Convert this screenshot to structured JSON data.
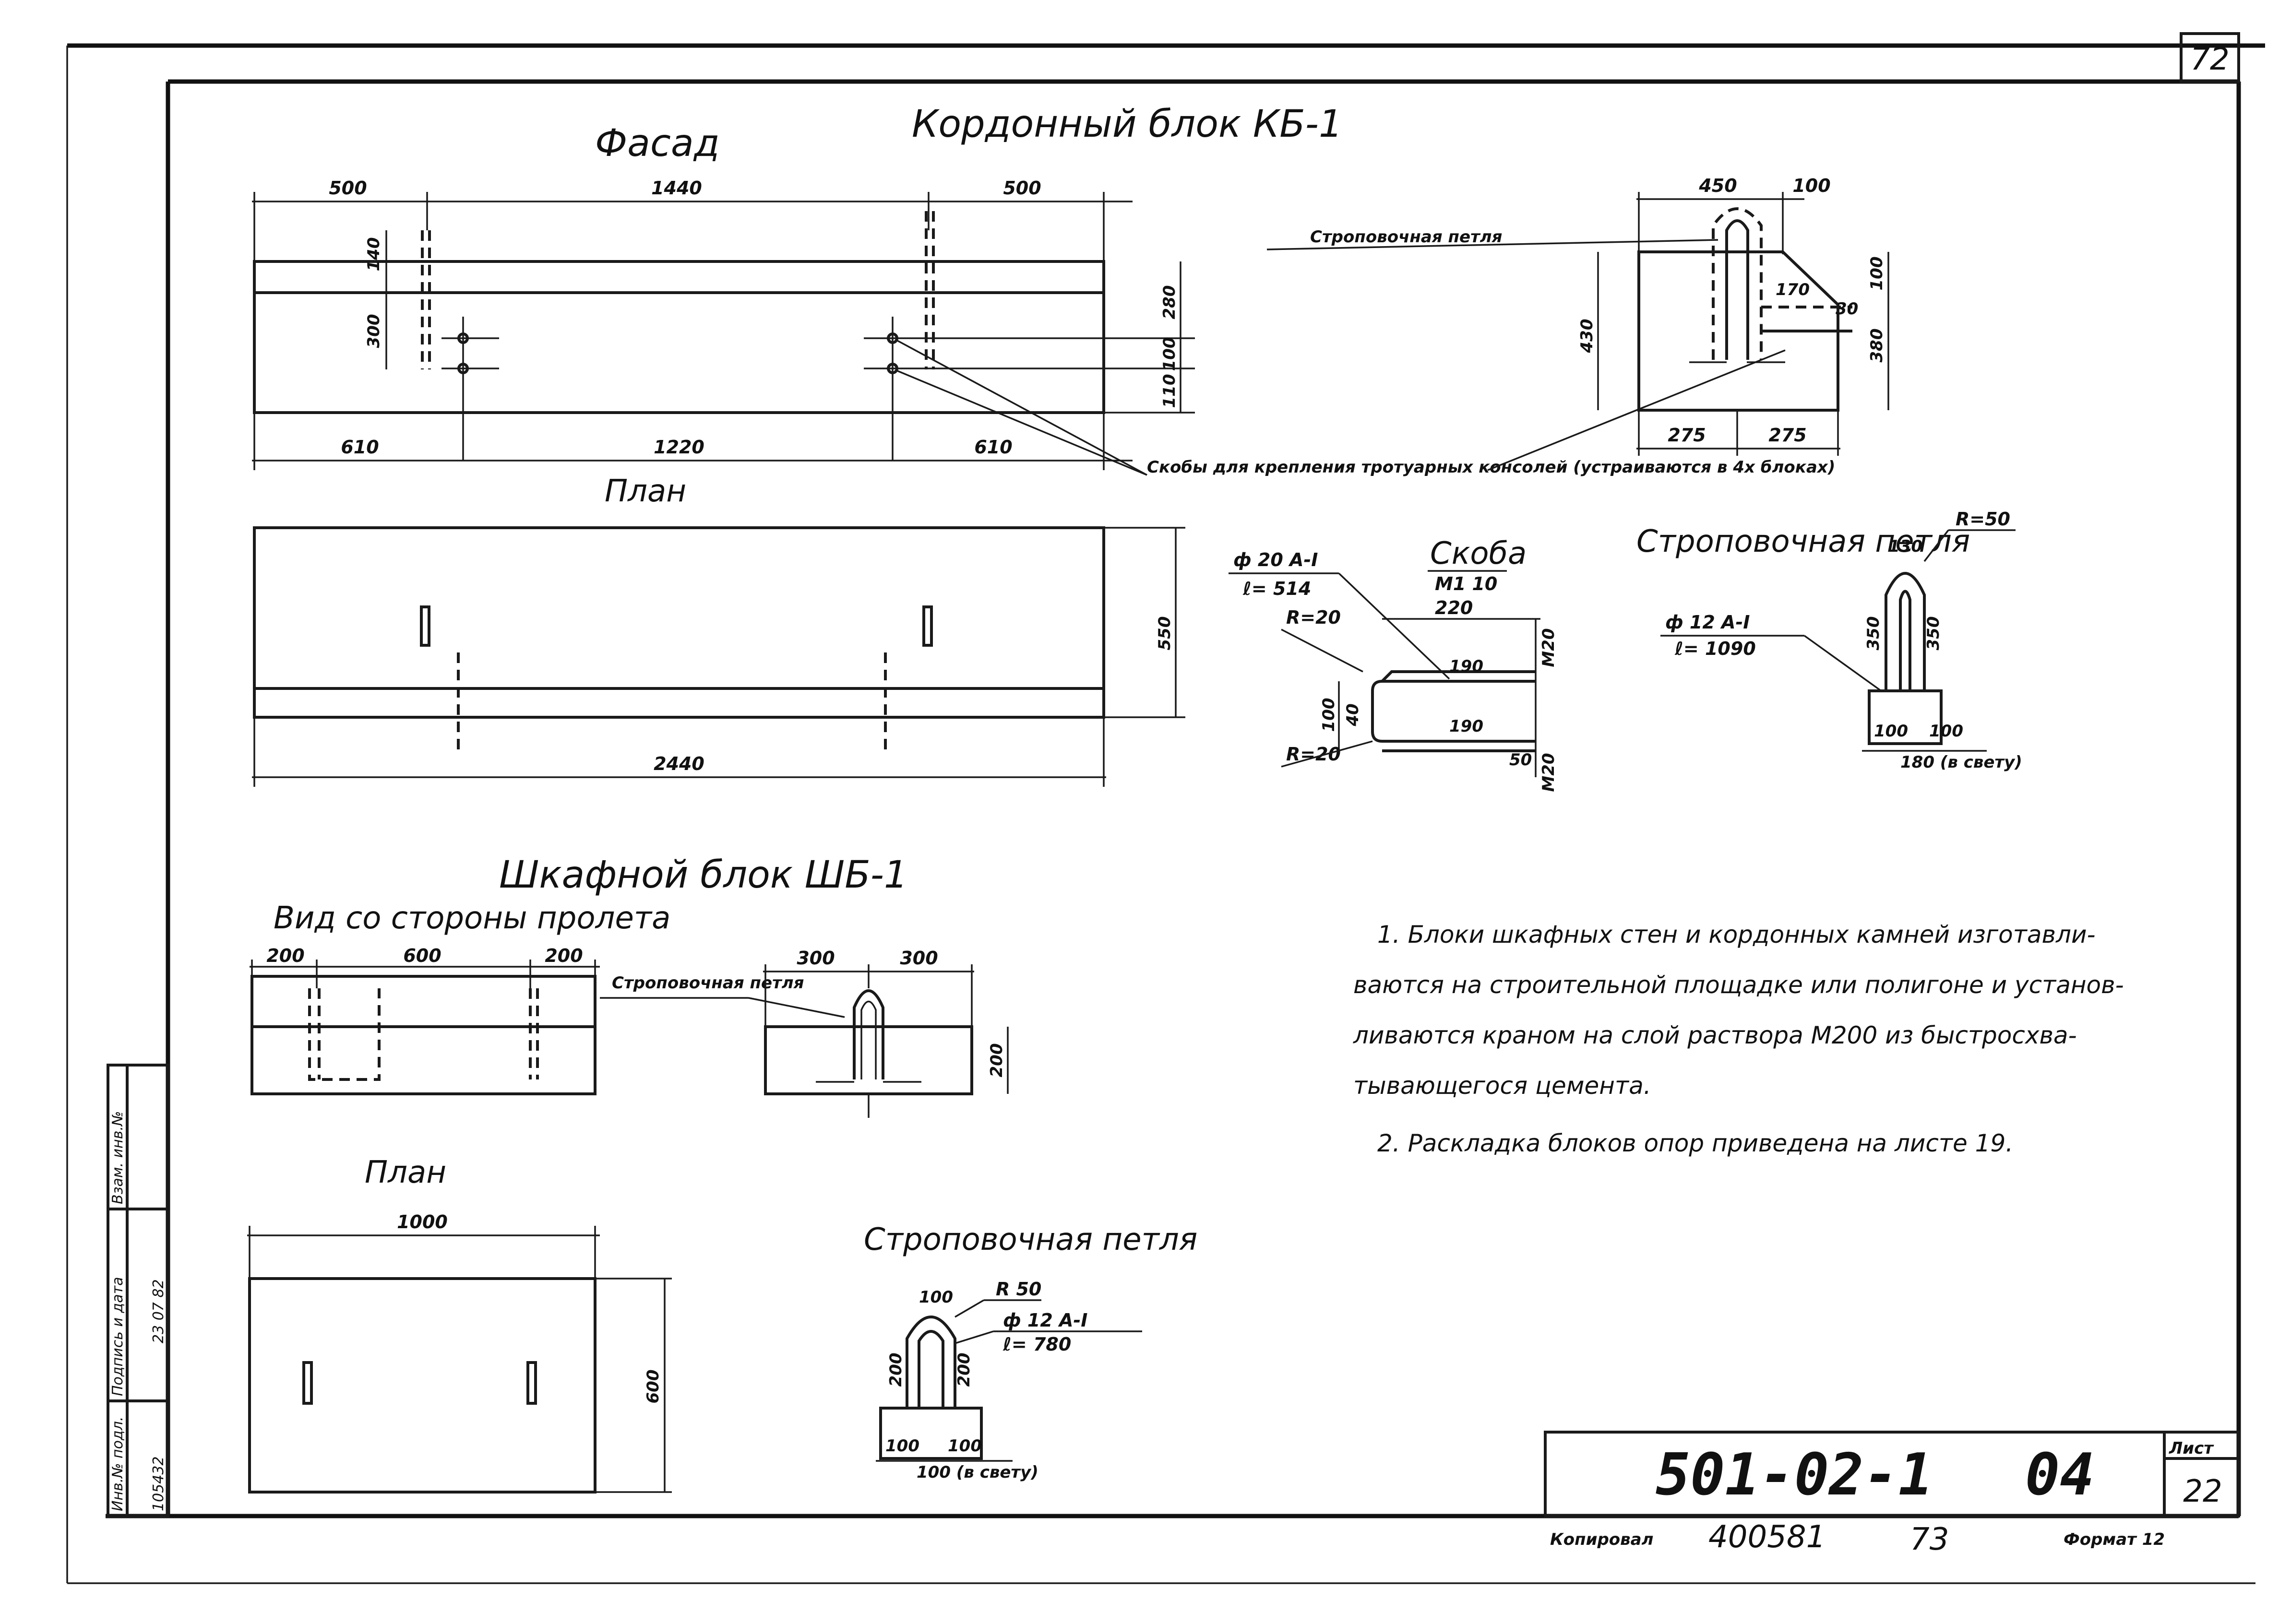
{
  "sheet": {
    "page_corner_number": "72",
    "code": "501-02-1",
    "issue": "04",
    "sheet_label": "Лист",
    "sheet_number": "22",
    "copied_label": "Копировал",
    "copy_number": "400581",
    "copy_extra": "73",
    "format_label": "Формат 12"
  },
  "stamp": {
    "col1": "Инв.№ подл.",
    "col1_value": "105432",
    "col2": "Подпись и дата",
    "col2_value": "23 07 82",
    "col3": "Взам. инв.№"
  },
  "kb1": {
    "title": "Кордонный блок КБ-1",
    "facade": {
      "heading": "Фасад",
      "top_dims": [
        "500",
        "1440",
        "500"
      ],
      "bottom_dims": [
        "610",
        "1220",
        "610"
      ],
      "left_dims": [
        "140",
        "300"
      ],
      "right_dims": [
        "280",
        "100",
        "110"
      ]
    },
    "plan": {
      "heading": "План",
      "width_dim": "2440",
      "depth_dim": "550"
    },
    "section": {
      "top_dims": [
        "450",
        "100"
      ],
      "height_dim": "430",
      "right_dims": [
        "100",
        "380"
      ],
      "inner_dims": [
        "170",
        "30"
      ],
      "bottom_dims": [
        "275",
        "275"
      ],
      "lifting_loop_label": "Строповочная петля"
    },
    "bracket_note": "Скобы для крепления тротуарных консолей (устраиваются в 4х блоках)",
    "bracket": {
      "heading": "Скоба",
      "mark": "М1 10",
      "bar": "ф 20 А-I",
      "length": "ℓ= 514",
      "r_top": "R=20",
      "r_bottom": "R=20",
      "dims": [
        "220",
        "190",
        "190",
        "40",
        "100",
        "50"
      ],
      "m20_top": "М20",
      "m20_bottom": "М20"
    },
    "loop": {
      "heading": "Строповочная петля",
      "bar": "ф 12 А-I",
      "length": "ℓ= 1090",
      "radius": "R=50",
      "dims": [
        "130",
        "350",
        "350",
        "100",
        "100",
        "180 (в свету)"
      ]
    }
  },
  "shb1": {
    "title": "Шкафной блок ШБ-1",
    "side": {
      "heading": "Вид со стороны пролета",
      "top_dims": [
        "200",
        "600",
        "200"
      ],
      "loop_label": "Строповочная петля"
    },
    "section": {
      "top_dims": [
        "300",
        "300"
      ],
      "height_dim": "200"
    },
    "plan": {
      "heading": "План",
      "width_dim": "1000",
      "depth_dim": "600"
    },
    "loop": {
      "heading": "Строповочная петля",
      "bar": "ф 12 А-I",
      "length": "ℓ= 780",
      "radius": "R 50",
      "dims": [
        "100",
        "200",
        "200",
        "100",
        "100",
        "100 (в свету)"
      ]
    }
  },
  "notes": [
    "1. Блоки шкафных стен и кордонных камней изготавли-",
    "ваются на строительной площадке или полигоне и установ-",
    "ливаются краном на слой раствора М200 из быстросхва-",
    "тывающегося цемента.",
    "2. Раскладка блоков опор приведена на листе 19."
  ]
}
